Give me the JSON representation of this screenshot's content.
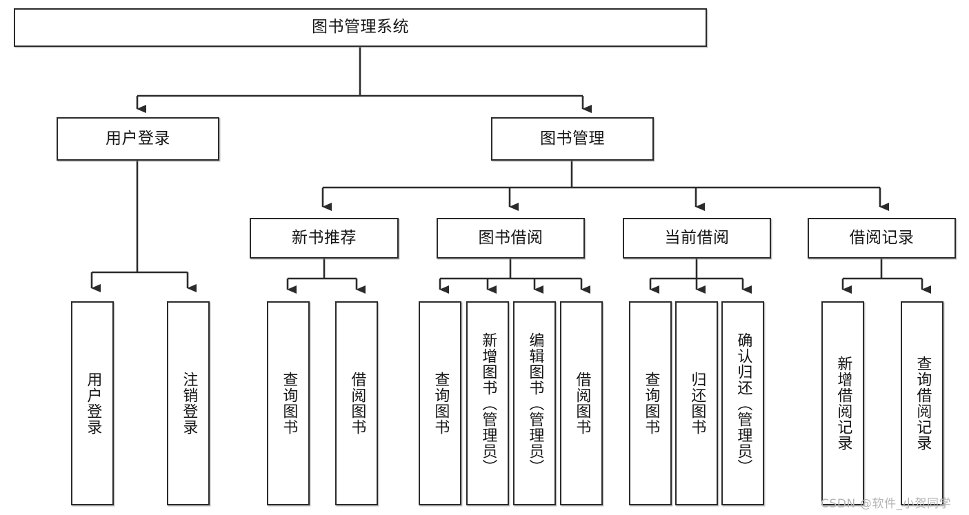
{
  "diagram": {
    "title": "图书管理系统",
    "type": "tree-hierarchy-diagram",
    "colors": {
      "box_border": "#2b2b2b",
      "box_fill": "#ffffff",
      "edge": "#2b2b2b",
      "text": "#161616",
      "watermark": "#b4b4b4",
      "background": "#ffffff"
    }
  },
  "nodes": {
    "root": {
      "label": "图书管理系统"
    },
    "level2": [
      {
        "id": "user-login",
        "label": "用户登录"
      },
      {
        "id": "book-management",
        "label": "图书管理"
      }
    ],
    "level3": [
      {
        "id": "new-book-recommend",
        "label": "新书推荐"
      },
      {
        "id": "book-borrow",
        "label": "图书借阅"
      },
      {
        "id": "current-borrow",
        "label": "当前借阅"
      },
      {
        "id": "borrow-record",
        "label": "借阅记录"
      }
    ],
    "leaves": [
      {
        "id": "leaf-user-login",
        "label": "用户登录",
        "parent": "user-login"
      },
      {
        "id": "leaf-logout-login",
        "label": "注销登录",
        "parent": "user-login"
      },
      {
        "id": "leaf-query-book-1",
        "label": "查询图书",
        "parent": "new-book-recommend"
      },
      {
        "id": "leaf-borrow-book-1",
        "label": "借阅图书",
        "parent": "new-book-recommend"
      },
      {
        "id": "leaf-query-book-2",
        "label": "查询图书",
        "parent": "book-borrow"
      },
      {
        "id": "leaf-add-book",
        "label": "新增图书（管理员）",
        "parent": "book-borrow"
      },
      {
        "id": "leaf-edit-book",
        "label": "编辑图书（管理员）",
        "parent": "book-borrow"
      },
      {
        "id": "leaf-borrow-book-2",
        "label": "借阅图书",
        "parent": "book-borrow"
      },
      {
        "id": "leaf-query-book-3",
        "label": "查询图书",
        "parent": "current-borrow"
      },
      {
        "id": "leaf-return-book",
        "label": "归还图书",
        "parent": "current-borrow"
      },
      {
        "id": "leaf-confirm-return",
        "label": "确认归还（管理员）",
        "parent": "current-borrow"
      },
      {
        "id": "leaf-add-record",
        "label": "新增借阅记录",
        "parent": "borrow-record"
      },
      {
        "id": "leaf-query-record",
        "label": "查询借阅记录",
        "parent": "borrow-record"
      }
    ]
  },
  "watermark": {
    "text": "CSDN @软件_小贺同学"
  }
}
